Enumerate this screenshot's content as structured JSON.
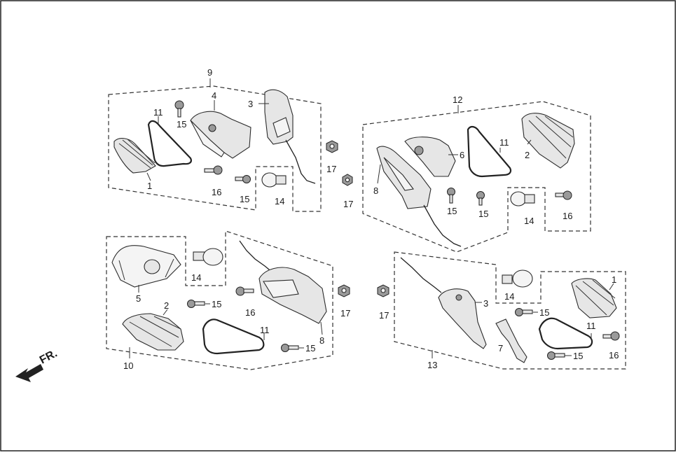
{
  "diagram": {
    "direction_label": "FR.",
    "callouts": {
      "g9": "9",
      "g12": "12",
      "g10": "10",
      "g13": "13",
      "a1": "1",
      "a3": "3",
      "a4": "4",
      "a11": "11",
      "a15a": "15",
      "a15b": "15",
      "a16": "16",
      "a14": "14",
      "n17a": "17",
      "n17b": "17",
      "n17c": "17",
      "n17d": "17",
      "b2": "2",
      "b6": "6",
      "b8": "8",
      "b11": "11",
      "b15a": "15",
      "b15b": "15",
      "b14": "14",
      "b16": "16",
      "c5": "5",
      "c14": "14",
      "c2": "2",
      "c15": "15",
      "c16": "16",
      "c8": "8",
      "c11": "11",
      "c15b": "15",
      "d3": "3",
      "d14": "14",
      "d1": "1",
      "d15": "15",
      "d11": "11",
      "d7": "7",
      "d15b": "15",
      "d16": "16"
    }
  }
}
